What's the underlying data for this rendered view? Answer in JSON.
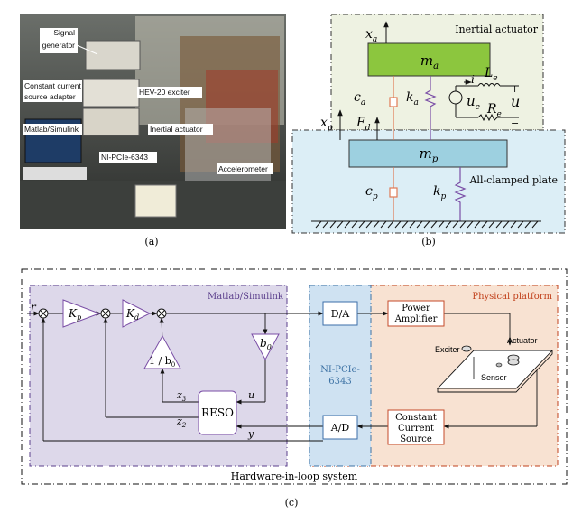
{
  "panel_a": {
    "caption": "(a)",
    "labels": {
      "signal_generator": [
        "Signal",
        "generator"
      ],
      "cc_adapter": [
        "Constant current",
        "source adapter"
      ],
      "matlab": "Matlab/Simulink",
      "exciter": "HEV-20 exciter",
      "inertial_actuator": "Inertial actuator",
      "daq": "NI-PCIe-6343",
      "accelerometer": "Accelerometer"
    }
  },
  "panel_b": {
    "caption": "(b)",
    "inertial_actuator_label": "Inertial actuator",
    "plate_label": "All-clamped plate",
    "symbols": {
      "xa": "x",
      "xa_sub": "a",
      "ma": "m",
      "ma_sub": "a",
      "ca": "c",
      "ca_sub": "a",
      "ka": "k",
      "ka_sub": "a",
      "i": "i",
      "Le": "L",
      "Le_sub": "e",
      "ue": "u",
      "ue_sub": "e",
      "Re": "R",
      "Re_sub": "e",
      "u": "u",
      "xp": "x",
      "xp_sub": "p",
      "Fd": "F",
      "Fd_sub": "d",
      "mp": "m",
      "mp_sub": "p",
      "cp": "c",
      "cp_sub": "p",
      "kp": "k",
      "kp_sub": "p"
    }
  },
  "panel_c": {
    "caption": "(c)",
    "system_label": "Hardware-in-loop system",
    "matlab_label": "Matlab/Simulink",
    "physical_label": "Physical platform",
    "daq_label": [
      "NI-PCIe-",
      "6343"
    ],
    "blocks": {
      "kp": "K",
      "kp_sub": "p",
      "kd": "K",
      "kd_sub": "d",
      "inv_b0": "1 / b",
      "inv_b0_sub": "0",
      "b0": "b",
      "b0_sub": "0",
      "reso": "RESO",
      "da": "D/A",
      "ad": "A/D",
      "power_amp": [
        "Power",
        "Amplifier"
      ],
      "ccs": [
        "Constant",
        "Current",
        "Source"
      ],
      "exciter": "Exciter",
      "actuator": "Actuator",
      "sensor": "Sensor"
    },
    "signals": {
      "r": "r",
      "z3": "z",
      "z3_sub": "3",
      "z2": "z",
      "z2_sub": "2",
      "u": "u",
      "y": "y"
    }
  },
  "colors": {
    "actuator_bg": "#eef2e2",
    "actuator_mass": "#8cc63e",
    "plate_bg": "#dceef6",
    "plate_mass": "#9dd0e0",
    "matlab_bg": "#ddd8ea",
    "matlab_text": "#5b3f8c",
    "physical_bg": "#f8e2d2",
    "physical_text": "#c1411c",
    "daq_bg": "#cfe2f2",
    "daq_text": "#3d72a4",
    "block_blue": "#3b6ea8",
    "block_purple": "#7a4ea6",
    "block_red": "#c54a2a",
    "damper": "#e07a55",
    "spring": "#7a4ea6"
  }
}
